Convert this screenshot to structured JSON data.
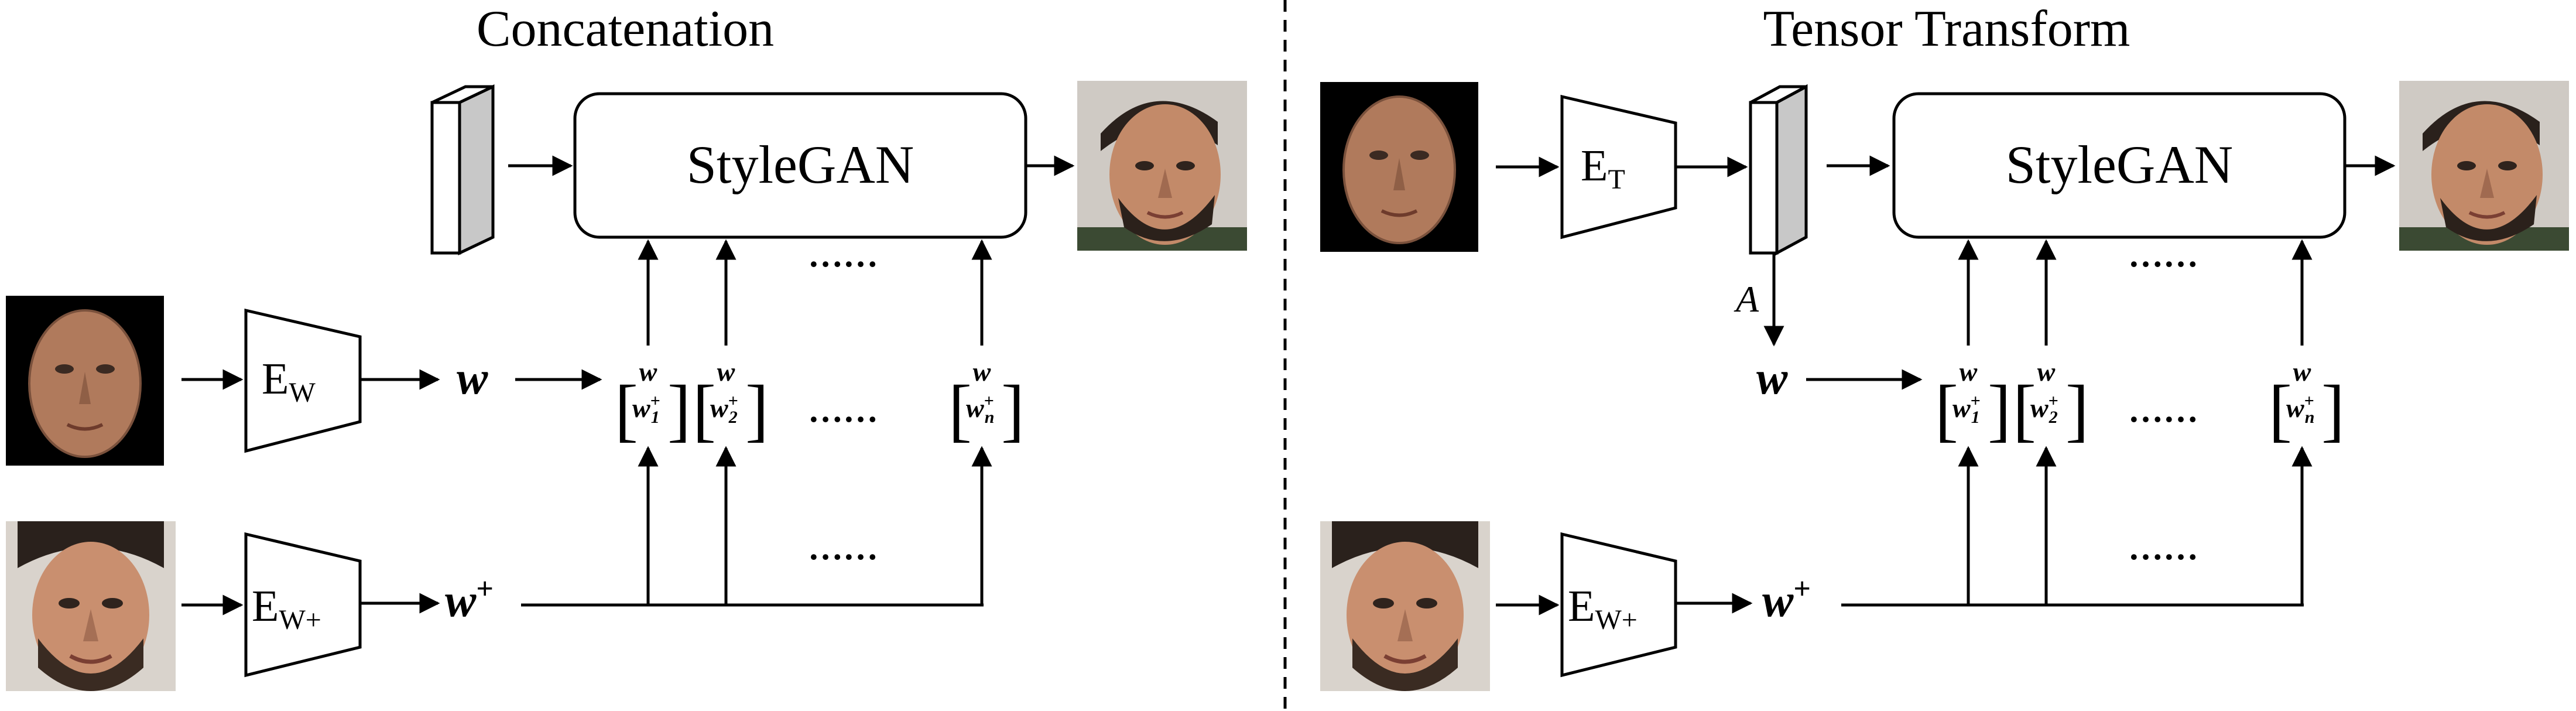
{
  "panels": {
    "left": {
      "title": "Concatenation",
      "stylegan_label": "StyleGAN",
      "encoder_w": {
        "main": "E",
        "sub": "W"
      },
      "encoder_wplus": {
        "main": "E",
        "sub": "W+"
      },
      "latent_w": "w",
      "latent_wplus": {
        "base": "w",
        "sup": "+"
      },
      "vectors": [
        {
          "top": "w",
          "bottom": "w",
          "sup": "+",
          "sub": "1"
        },
        {
          "top": "w",
          "bottom": "w",
          "sup": "+",
          "sub": "2"
        },
        {
          "top": "w",
          "bottom": "w",
          "sup": "+",
          "sub": "n"
        }
      ],
      "ellipsis": "……"
    },
    "right": {
      "title": "Tensor Transform",
      "stylegan_label": "StyleGAN",
      "encoder_t": {
        "main": "E",
        "sub": "T"
      },
      "encoder_wplus": {
        "main": "E",
        "sub": "W+"
      },
      "latent_w": "w",
      "latent_wplus": {
        "base": "w",
        "sup": "+"
      },
      "transform_label": "A",
      "vectors": [
        {
          "top": "w",
          "bottom": "w",
          "sup": "+",
          "sub": "1"
        },
        {
          "top": "w",
          "bottom": "w",
          "sup": "+",
          "sub": "2"
        },
        {
          "top": "w",
          "bottom": "w",
          "sup": "+",
          "sub": "n"
        }
      ],
      "ellipsis": "……"
    }
  },
  "colors": {
    "line": "#000000",
    "tensor_side": "#c8c8c8",
    "face_background": "#000000",
    "skin": "#b07a5c",
    "hair": "#2a211c"
  },
  "icons": [
    "face-render-icon",
    "face-photo-icon",
    "output-face-icon",
    "tensor-block-icon"
  ]
}
